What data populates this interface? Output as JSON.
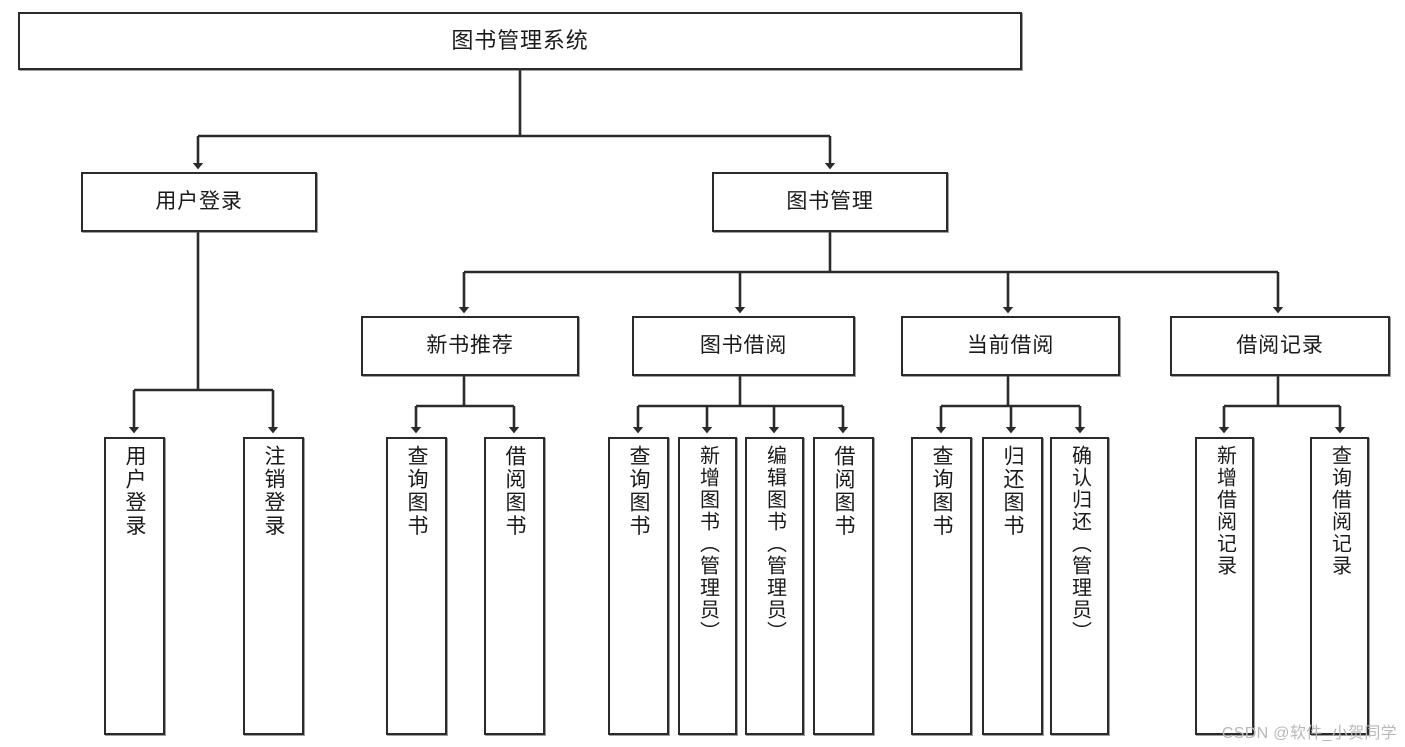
{
  "diagram": {
    "title": "图书管理系统",
    "type": "tree-hierarchy-chart",
    "watermark": "CSDN @软件_小贺同学",
    "stroke_color": "#2b2b2b",
    "fill_color": "#ffffff",
    "text_color": "#1a1a1a",
    "watermark_color": "#b9b9b9"
  },
  "nodes": {
    "root": {
      "label": "图书管理系统"
    },
    "level1": [
      {
        "label": "用户登录"
      },
      {
        "label": "图书管理"
      }
    ],
    "level2": [
      {
        "label": "新书推荐"
      },
      {
        "label": "图书借阅"
      },
      {
        "label": "当前借阅"
      },
      {
        "label": "借阅记录"
      }
    ],
    "leaves": {
      "user_login": [
        {
          "label": "用户登录"
        },
        {
          "label": "注销登录"
        }
      ],
      "new_book_recommend": [
        {
          "label": "查询图书"
        },
        {
          "label": "借阅图书"
        }
      ],
      "book_borrow": [
        {
          "label": "查询图书"
        },
        {
          "label": "新增图书（管理员）"
        },
        {
          "label": "编辑图书（管理员）"
        },
        {
          "label": "借阅图书"
        }
      ],
      "current_borrow": [
        {
          "label": "查询图书"
        },
        {
          "label": "归还图书"
        },
        {
          "label": "确认归还（管理员）"
        }
      ],
      "borrow_record": [
        {
          "label": "新增借阅记录"
        },
        {
          "label": "查询借阅记录"
        }
      ]
    }
  }
}
